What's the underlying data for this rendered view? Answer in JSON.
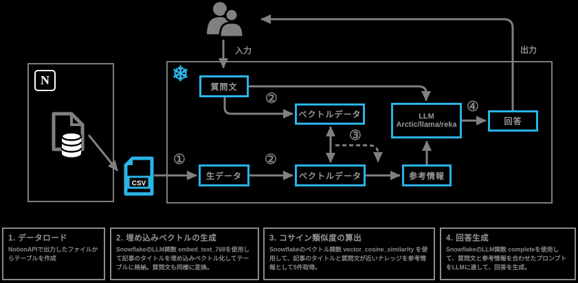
{
  "diagram": {
    "labels": {
      "input": "入力",
      "output": "出力"
    },
    "nodes": {
      "question": "質問文",
      "vector_top": "ベクトルデータ",
      "vector_bottom": "ベクトルデータ",
      "raw_data": "生データ",
      "reference": "参考情報",
      "llm_line1": "LLM",
      "llm_line2": "Arctic/llama/reka",
      "answer": "回答"
    },
    "badges": {
      "one": "①",
      "two_top": "②",
      "two_bottom": "②",
      "three": "③",
      "four": "④"
    },
    "icons": {
      "snowflake_glyph": "❄",
      "notion_letter": "N",
      "csv_label": "CSV"
    },
    "colors": {
      "accent_blue": "#29B5E8",
      "line_gray": "#808080",
      "text_gray": "#9a9a9a",
      "background": "#000000"
    }
  },
  "steps": [
    {
      "title": "1. データロード",
      "body": "NotionAPIで出力したファイルからテーブルを作成"
    },
    {
      "title": "2. 埋め込みベクトルの生成",
      "body": "SnowflakeのLLM関数 embed_text_768を使用して記事のタイトルを埋め込みベクトル化してテーブルに格納。質問文も同様に変換。"
    },
    {
      "title": "3. コサイン類似度の算出",
      "body": "Snowflakeのベクトル関数 vector_cosine_similarity を使用して、記事のタイトルと質問文が近いナレッジを参考情報として5件取得。"
    },
    {
      "title": "4. 回答生成",
      "body": "SnowflakeのLLM関数 completeを使用して、質問文と参考情報を合わせたプロンプトをLLMに渡して、回答を生成。"
    }
  ]
}
